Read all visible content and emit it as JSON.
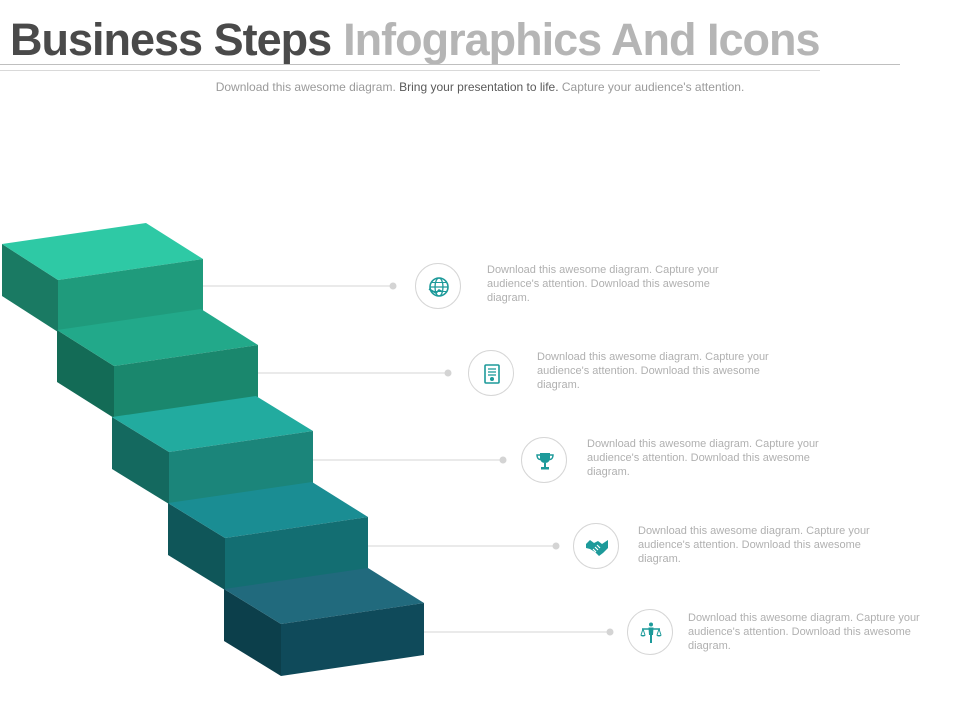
{
  "header": {
    "title_part1": "Business Steps",
    "title_part2": "Infographics And Icons",
    "subtitle_part1": "Download this awesome diagram.",
    "subtitle_part2": "Bring your presentation to life.",
    "subtitle_part3": "Capture your audience's attention."
  },
  "colors": {
    "step1": "#2ec9a5",
    "step2": "#1fa98a",
    "step3": "#1fa89c",
    "step4": "#16868f",
    "step5": "#1e6275",
    "icon": "#1d9a9a"
  },
  "steps": [
    {
      "icon": "globe-icon",
      "text": "Download this awesome diagram. Capture your audience's attention. Download this awesome diagram."
    },
    {
      "icon": "certificate-icon",
      "text": "Download this awesome diagram. Capture your audience's attention. Download this awesome diagram."
    },
    {
      "icon": "trophy-icon",
      "text": "Download this awesome diagram. Capture your audience's attention. Download this awesome diagram."
    },
    {
      "icon": "handshake-icon",
      "text": "Download this awesome diagram. Capture your audience's attention. Download this awesome diagram."
    },
    {
      "icon": "justice-scale-icon",
      "text": "Download this awesome diagram. Capture your audience's attention. Download this awesome diagram."
    }
  ]
}
